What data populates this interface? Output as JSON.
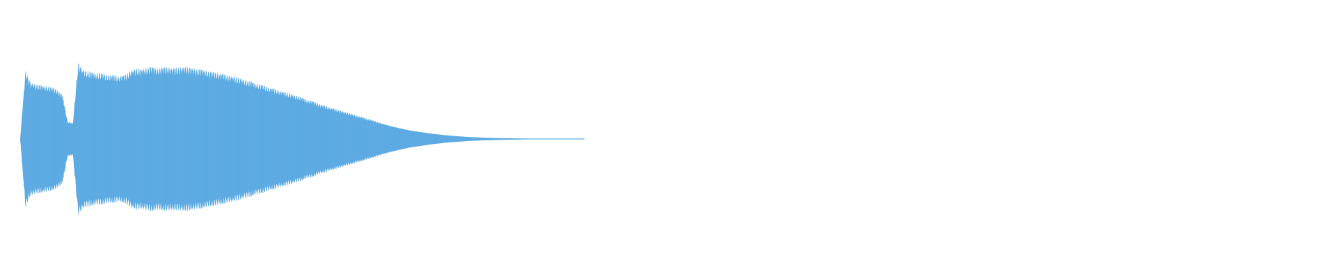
{
  "waveform": {
    "color": "#5dabe2",
    "background": "#ffffff",
    "peaks": [
      0.0,
      0.85,
      0.7,
      0.68,
      0.67,
      0.66,
      0.64,
      0.62,
      0.55,
      0.22,
      0.2,
      0.95,
      0.86,
      0.84,
      0.83,
      0.82,
      0.81,
      0.8,
      0.79,
      0.79,
      0.8,
      0.86,
      0.88,
      0.87,
      0.89,
      0.9,
      0.88,
      0.89,
      0.9,
      0.88,
      0.89,
      0.9,
      0.89,
      0.88,
      0.87,
      0.86,
      0.84,
      0.83,
      0.82,
      0.8,
      0.79,
      0.77,
      0.75,
      0.73,
      0.71,
      0.69,
      0.67,
      0.65,
      0.63,
      0.61,
      0.59,
      0.57,
      0.55,
      0.53,
      0.5,
      0.48,
      0.46,
      0.43,
      0.41,
      0.39,
      0.37,
      0.35,
      0.33,
      0.31,
      0.29,
      0.27,
      0.25,
      0.23,
      0.21,
      0.19,
      0.17,
      0.155,
      0.14,
      0.125,
      0.11,
      0.1,
      0.09,
      0.08,
      0.07,
      0.062,
      0.054,
      0.047,
      0.041,
      0.036,
      0.031,
      0.027,
      0.023,
      0.02,
      0.017,
      0.015,
      0.013,
      0.011,
      0.01,
      0.009,
      0.008,
      0.007,
      0.006,
      0.006,
      0.005,
      0.005,
      0.004,
      0.004,
      0.003,
      0.003,
      0.003,
      0.002,
      0.002,
      0.002
    ]
  }
}
